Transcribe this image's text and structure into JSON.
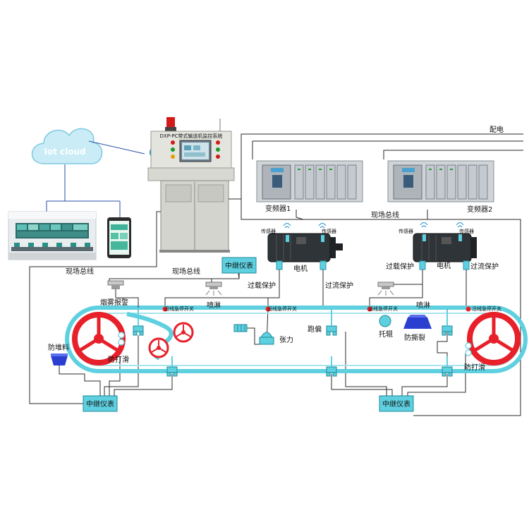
{
  "cloud": {
    "label": "Iot cloud"
  },
  "cabinet": {
    "screen_title": "DXP-PC带式输送机监控系统"
  },
  "power": {
    "label": "配电"
  },
  "vfd": [
    {
      "label": "变频器1"
    },
    {
      "label": "变频器2"
    }
  ],
  "fieldbus": {
    "labels": [
      "现场总线",
      "现场总线",
      "现场总线"
    ]
  },
  "motors": [
    {
      "label": "电机",
      "sensor_left": "传感器",
      "sensor_right": "传感器"
    },
    {
      "label": "电机",
      "sensor_left": "传感器",
      "sensor_right": "传感器"
    }
  ],
  "protection": {
    "overload": "过载保护",
    "overcurrent": "过流保护",
    "overload2": "过载保护",
    "overcurrent2": "过流保护"
  },
  "relays": {
    "label": "中继仪表"
  },
  "devices": {
    "smoke": "烟雾报警",
    "spray": "喷淋",
    "spray2": "喷淋",
    "pull_switch": "沿线急停开关",
    "deviation": "跑偏",
    "idler": "托辊",
    "tear": "防撕裂",
    "tension": "张力",
    "pileup": "防堆料",
    "slip_left": "防打滑",
    "slip_right": "防打滑"
  },
  "colors": {
    "accent": "#5ed0e0",
    "line": "#3a3a3a",
    "pulley": "#e8202a",
    "cabinet": "#dcdcd6",
    "cloud": "#bfe6f2"
  }
}
